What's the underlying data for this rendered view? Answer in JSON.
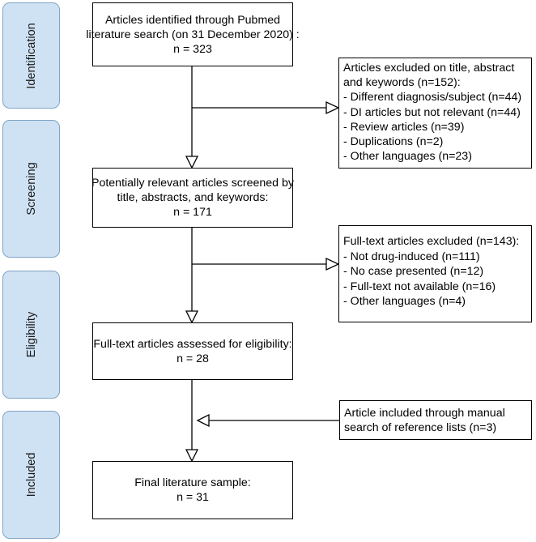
{
  "phases": [
    {
      "id": "identification",
      "label": "Identification"
    },
    {
      "id": "screening",
      "label": "Screening"
    },
    {
      "id": "eligibility",
      "label": "Eligibility"
    },
    {
      "id": "included",
      "label": "Included"
    }
  ],
  "main_boxes": {
    "identified": {
      "lines": [
        "Articles identified through Pubmed",
        "literature search (on 31 December 2020) :",
        "n = 323"
      ]
    },
    "screened": {
      "lines": [
        "Potentially relevant articles screened by",
        "title, abstracts, and keywords:",
        "n = 171"
      ]
    },
    "assessed": {
      "lines": [
        "Full-text articles assessed for eligibility:",
        "n = 28"
      ]
    },
    "final": {
      "lines": [
        "Final literature sample:",
        "n = 31"
      ]
    }
  },
  "side_boxes": {
    "excluded_title": {
      "lines": [
        "Articles excluded on title, abstract",
        "and keywords (n=152):",
        "- Different diagnosis/subject (n=44)",
        "- DI articles but not relevant (n=44)",
        "- Review articles (n=39)",
        "- Duplications (n=2)",
        "- Other languages (n=23)"
      ]
    },
    "excluded_fulltext": {
      "lines": [
        "Full-text articles excluded (n=143):",
        "- Not drug-induced (n=111)",
        "- No case presented (n=12)",
        "- Full-text not available (n=16)",
        "- Other languages (n=4)"
      ]
    },
    "manual_search": {
      "lines": [
        "Article included through manual",
        "search of reference lists (n=3)"
      ]
    }
  },
  "colors": {
    "phase_fill": "#cfe2f3",
    "phase_border": "#7ea3c4",
    "box_border": "#000000",
    "arrow": "#000000"
  }
}
